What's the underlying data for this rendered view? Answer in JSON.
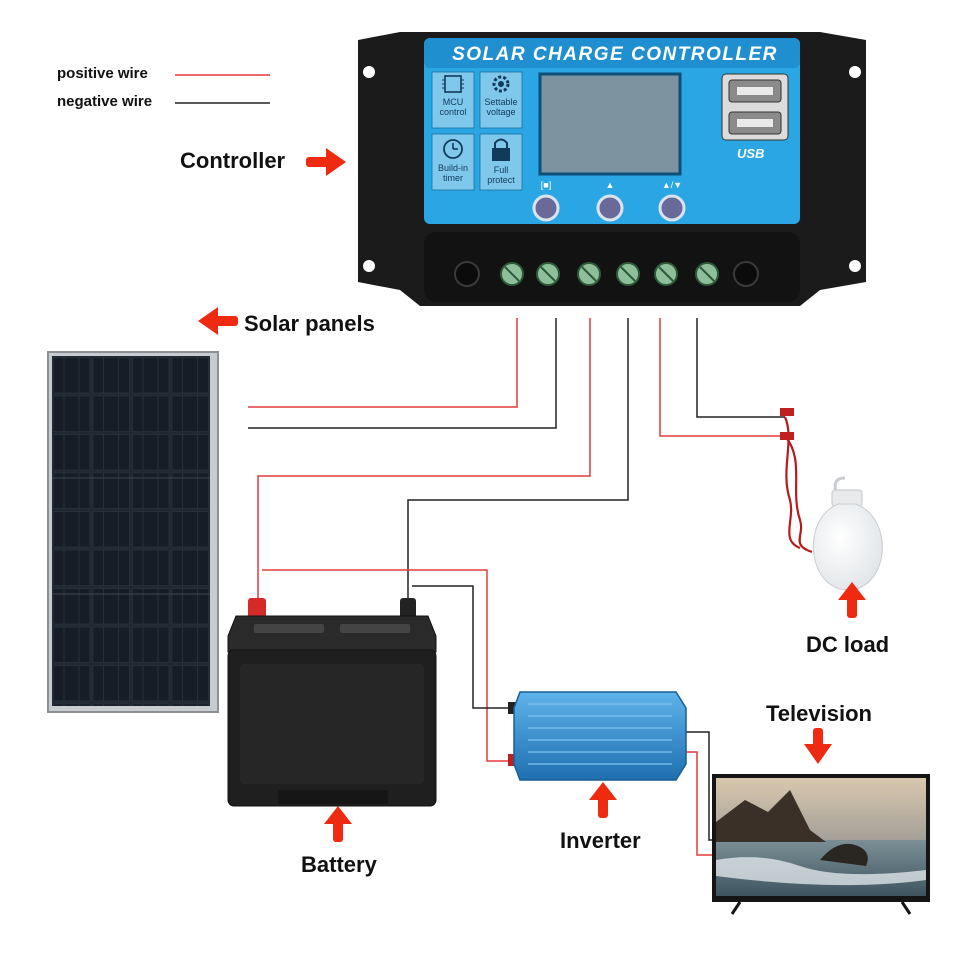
{
  "legend": {
    "positive_label": "positive wire",
    "negative_label": "negative wire"
  },
  "controller": {
    "title": "SOLAR CHARGE CONTROLLER",
    "mcu_label": "MCU control",
    "voltage_label": "Settable voltage",
    "timer_label": "Build-in timer",
    "protect_label": "Full protect",
    "usb_label": "USB",
    "button_marks": [
      "[■]",
      "▲",
      "▲/▼"
    ]
  },
  "labels": {
    "controller": "Controller",
    "solar_panels": "Solar panels",
    "dc_load": "DC load",
    "television": "Television",
    "battery": "Battery",
    "inverter": "Inverter"
  },
  "colors": {
    "positive_wire": "#e23a3a",
    "negative_wire": "#222222",
    "arrow": "#ee2a10",
    "controller_face": "#2aa6e4",
    "controller_body": "#1b1b1b",
    "inverter_body": "#2f8fd4"
  },
  "icons": [
    "chip-icon",
    "gear-icon",
    "clock-icon",
    "lock-icon",
    "arrow-right-icon",
    "arrow-left-icon",
    "arrow-up-icon",
    "arrow-down-icon"
  ]
}
